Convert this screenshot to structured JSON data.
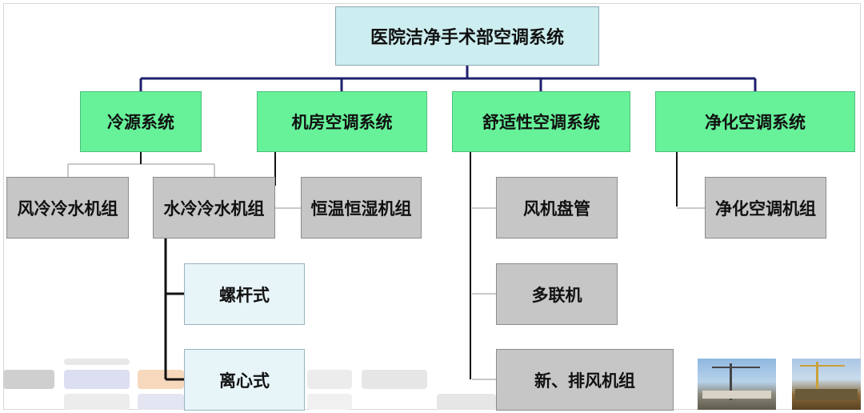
{
  "root": "医院洁净手术部空调系统",
  "categories": [
    "冷源系统",
    "机房空调系统",
    "舒适性空调系统",
    "净化空调系统"
  ],
  "cold_source": {
    "children": [
      "风冷冷水机组",
      "水冷冷水机组"
    ],
    "water_cooled_types": [
      "螺杆式",
      "离心式"
    ]
  },
  "machine_room": {
    "children": [
      "恒温恒湿机组"
    ]
  },
  "comfort": {
    "children": [
      "风机盘管",
      "多联机",
      "新、排风机组"
    ]
  },
  "purification": {
    "children": [
      "净化空调机组"
    ]
  },
  "colors": {
    "root_fill": "#cdeef0",
    "category_fill": "#67f29a",
    "unit_fill": "#c6c6c6",
    "subtype_fill": "#e7f4f8",
    "main_connector": "#1f1f6e"
  }
}
